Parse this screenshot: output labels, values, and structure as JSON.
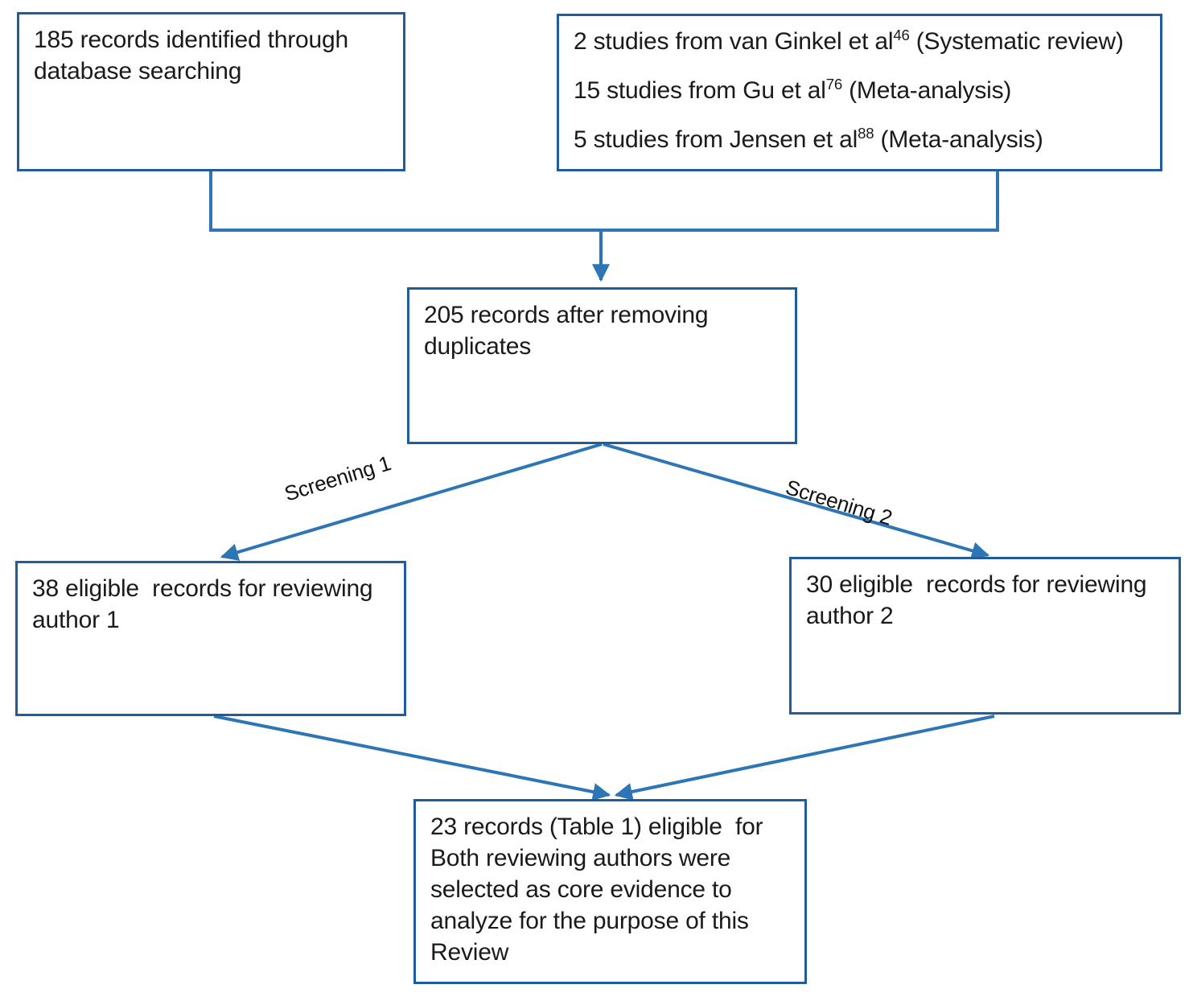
{
  "diagram": {
    "kind": "prisma-flow-diagram",
    "accent_color": "#1F5C99",
    "line_color": "#2E75B6",
    "background": "#FFFFFF",
    "text_color": "#1A1A1A"
  },
  "nodes": {
    "identified": {
      "id": "records-identified",
      "text": "185 records identified through database searching",
      "count": 185
    },
    "external": {
      "id": "records-from-other-sources",
      "lines": [
        {
          "count": 2,
          "pre": "2 studies from van Ginkel et al",
          "ref": "46",
          "post": " (Systematic review)"
        },
        {
          "count": 15,
          "pre": "15 studies from Gu et al",
          "ref": "76",
          "post": " (Meta-analysis)"
        },
        {
          "count": 5,
          "pre": "5 studies from Jensen et al",
          "ref": "88",
          "post": " (Meta-analysis)"
        }
      ]
    },
    "deduplicated": {
      "id": "records-after-duplicates-removed",
      "text": "205 records after removing duplicates",
      "count": 205
    },
    "author1": {
      "id": "eligible-records-author-1",
      "text": "38 eligible  records for reviewing author 1",
      "count": 38
    },
    "author2": {
      "id": "eligible-records-author-2",
      "text": "30 eligible  records for reviewing author 2",
      "count": 30
    },
    "final": {
      "id": "records-included-in-review",
      "text": "23 records (Table 1) eligible  for Both reviewing authors were selected as core evidence to analyze for the purpose of this Review",
      "count": 23
    }
  },
  "edge_labels": {
    "screening_1": "Screening 1",
    "screening_2": "Screening 2"
  }
}
